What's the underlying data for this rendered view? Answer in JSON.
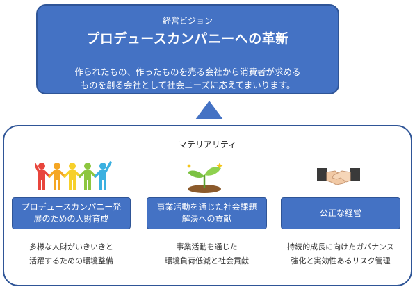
{
  "vision": {
    "label": "経営ビジョン",
    "title": "プロデュースカンパニーへの革新",
    "description_line1": "作られたもの、作ったものを売る会社から消費者が求める",
    "description_line2": "ものを創る会社として社会ニーズに応えてまいります。"
  },
  "materiality": {
    "title": "マテリアリティ",
    "items": [
      {
        "icon": "people-holding-hands-icon",
        "label_line1": "プロデュースカンパニー発",
        "label_line2": "展のための人財育成",
        "desc_line1": "多様な人財がいきいきと",
        "desc_line2": "活躍するための環境整備"
      },
      {
        "icon": "sprout-icon",
        "label_line1": "事業活動を通じた社会課題",
        "label_line2": "解決への貢献",
        "desc_line1": "事業活動を通じた",
        "desc_line2": "環境負荷低減と社会貢献"
      },
      {
        "icon": "handshake-icon",
        "label_line1": "公正な経営",
        "label_line2": "",
        "desc_line1": "持続的成長に向けたガバナンス",
        "desc_line2": "強化と実効性あるリスク管理"
      }
    ]
  },
  "colors": {
    "primary": "#4472c4",
    "border": "#2f5597",
    "people": [
      "#e8453c",
      "#f5a623",
      "#f7d02a",
      "#8dc63f",
      "#3bb0e0"
    ],
    "sprout_leaf": "#7cc242",
    "soil": "#8b5a2b"
  }
}
